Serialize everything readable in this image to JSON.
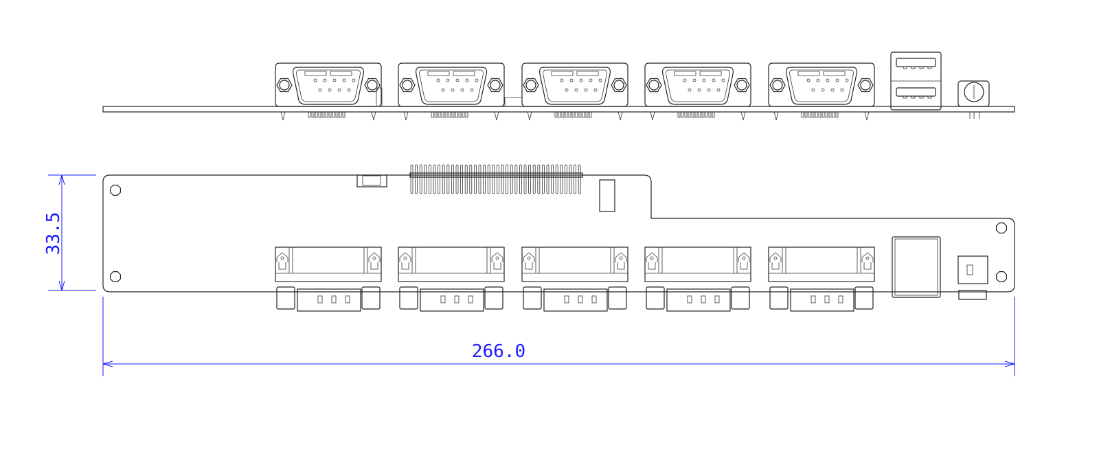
{
  "drawing": {
    "views": [
      "front-side-view",
      "top-view"
    ],
    "db9_connector_count": 5,
    "usb_stack_count": 1,
    "header_pin_count": 38
  },
  "dimensions": {
    "height_label": "33.5",
    "width_label": "266.0"
  },
  "colors": {
    "line": "#222222",
    "dimension": "#1a1aff",
    "background": "#ffffff"
  }
}
